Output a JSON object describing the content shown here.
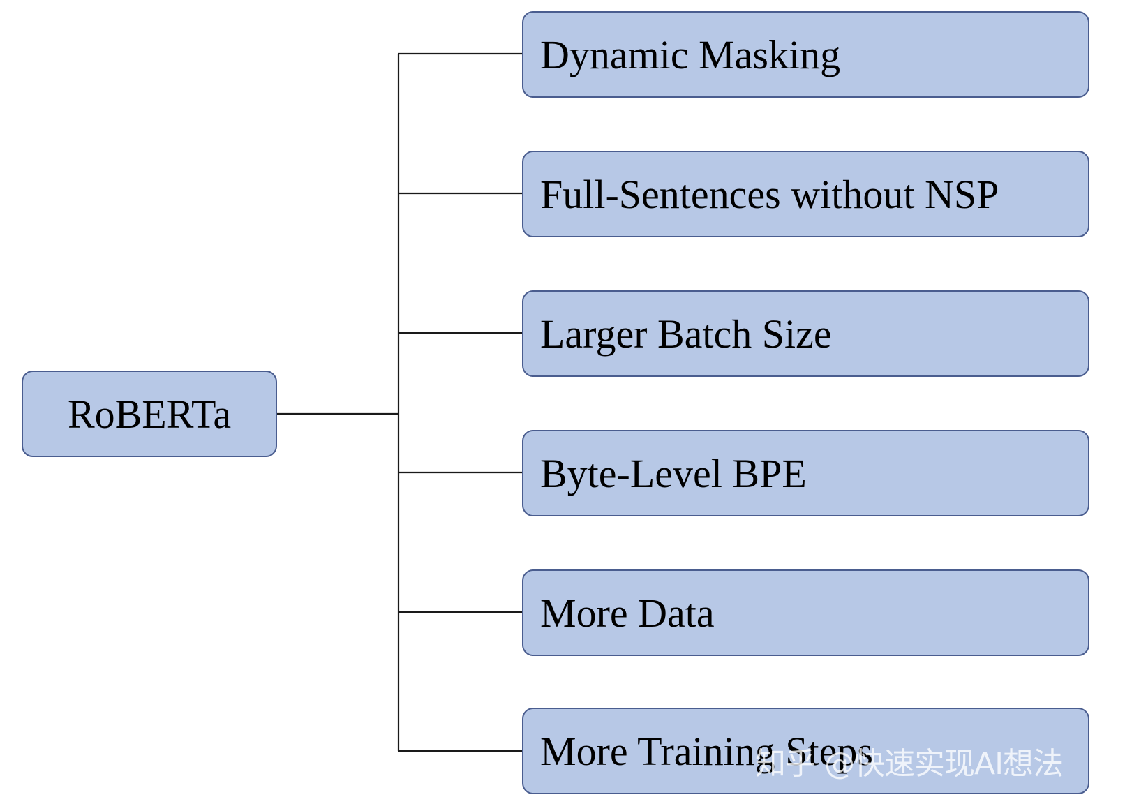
{
  "root": {
    "label": "RoBERTa"
  },
  "branches": [
    {
      "label": "Dynamic Masking"
    },
    {
      "label": "Full-Sentences without NSP"
    },
    {
      "label": "Larger Batch Size"
    },
    {
      "label": "Byte-Level BPE"
    },
    {
      "label": "More Data"
    },
    {
      "label": "More Training Steps"
    }
  ],
  "watermark": "知乎 @快速实现AI想法",
  "colors": {
    "box_fill": "#b7c8e6",
    "box_border": "#4a5d8f",
    "connector": "#1a1a1a"
  }
}
